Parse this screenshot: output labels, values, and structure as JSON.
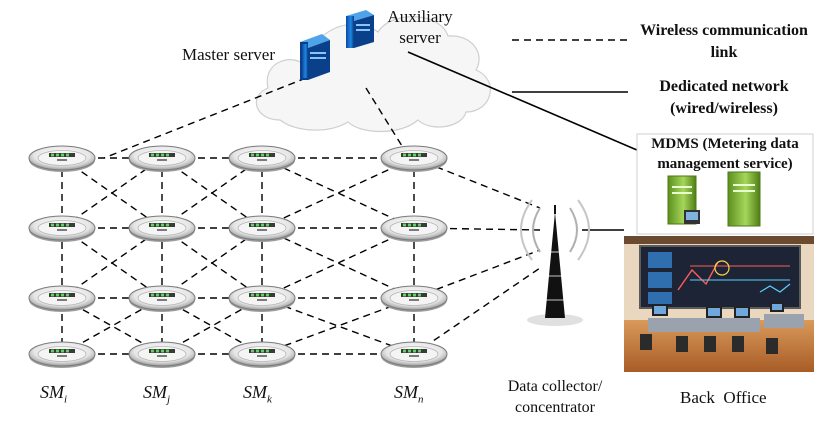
{
  "servers": {
    "master_label": "Master server",
    "auxiliary_label": "Auxiliary server"
  },
  "legend": {
    "wireless_label": "Wireless communication link",
    "dedicated_label": "Dedicated network (wired/wireless)"
  },
  "mdms": {
    "label": "MDMS (Metering data management service)"
  },
  "meters": {
    "columns": [
      {
        "name": "SM",
        "sub": "i"
      },
      {
        "name": "SM",
        "sub": "j"
      },
      {
        "name": "SM",
        "sub": "k"
      },
      {
        "name": "SM",
        "sub": "n"
      }
    ]
  },
  "collector": {
    "label": "Data collector/ concentrator"
  },
  "back_office": {
    "label": "Back  Office"
  },
  "colors": {
    "server_blue": "#1565c0",
    "server_green": "#8bc34a",
    "meter_dark": "#333333",
    "meter_green": "#2ea44f",
    "room_floor": "#c8753a",
    "screen_dark": "#1d2435"
  }
}
